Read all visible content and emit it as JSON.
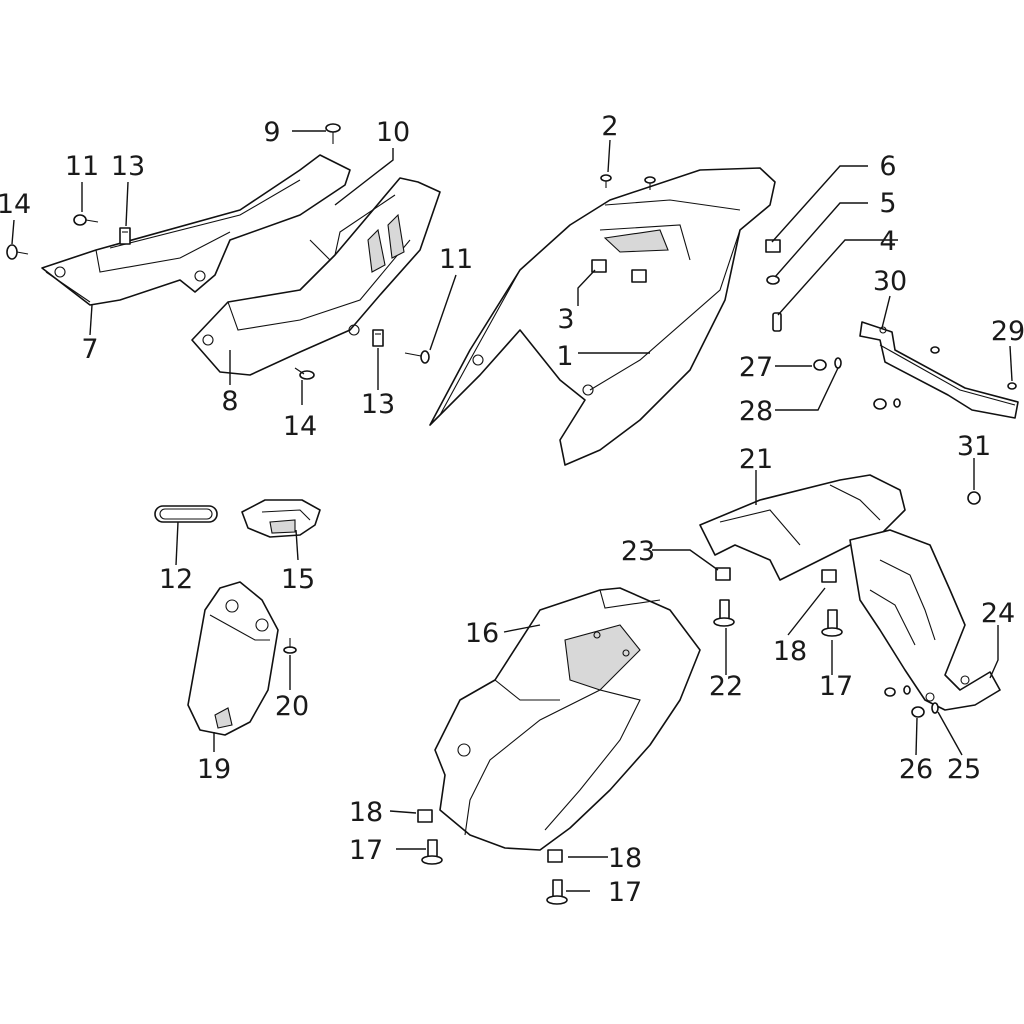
{
  "callouts": [
    {
      "id": "c1",
      "text": "1"
    },
    {
      "id": "c2",
      "text": "2"
    },
    {
      "id": "c3",
      "text": "3"
    },
    {
      "id": "c4",
      "text": "4"
    },
    {
      "id": "c5",
      "text": "5"
    },
    {
      "id": "c6",
      "text": "6"
    },
    {
      "id": "c7",
      "text": "7"
    },
    {
      "id": "c8",
      "text": "8"
    },
    {
      "id": "c9",
      "text": "9"
    },
    {
      "id": "c10",
      "text": "10"
    },
    {
      "id": "c11a",
      "text": "11"
    },
    {
      "id": "c11b",
      "text": "11"
    },
    {
      "id": "c12",
      "text": "12"
    },
    {
      "id": "c13a",
      "text": "13"
    },
    {
      "id": "c13b",
      "text": "13"
    },
    {
      "id": "c14a",
      "text": "14"
    },
    {
      "id": "c14b",
      "text": "14"
    },
    {
      "id": "c15",
      "text": "15"
    },
    {
      "id": "c16",
      "text": "16"
    },
    {
      "id": "c17a",
      "text": "17"
    },
    {
      "id": "c17b",
      "text": "17"
    },
    {
      "id": "c17c",
      "text": "17"
    },
    {
      "id": "c18a",
      "text": "18"
    },
    {
      "id": "c18b",
      "text": "18"
    },
    {
      "id": "c18c",
      "text": "18"
    },
    {
      "id": "c19",
      "text": "19"
    },
    {
      "id": "c20",
      "text": "20"
    },
    {
      "id": "c21",
      "text": "21"
    },
    {
      "id": "c22",
      "text": "22"
    },
    {
      "id": "c23",
      "text": "23"
    },
    {
      "id": "c24",
      "text": "24"
    },
    {
      "id": "c25",
      "text": "25"
    },
    {
      "id": "c26",
      "text": "26"
    },
    {
      "id": "c27",
      "text": "27"
    },
    {
      "id": "c28",
      "text": "28"
    },
    {
      "id": "c29",
      "text": "29"
    },
    {
      "id": "c30",
      "text": "30"
    },
    {
      "id": "c31",
      "text": "31"
    }
  ]
}
